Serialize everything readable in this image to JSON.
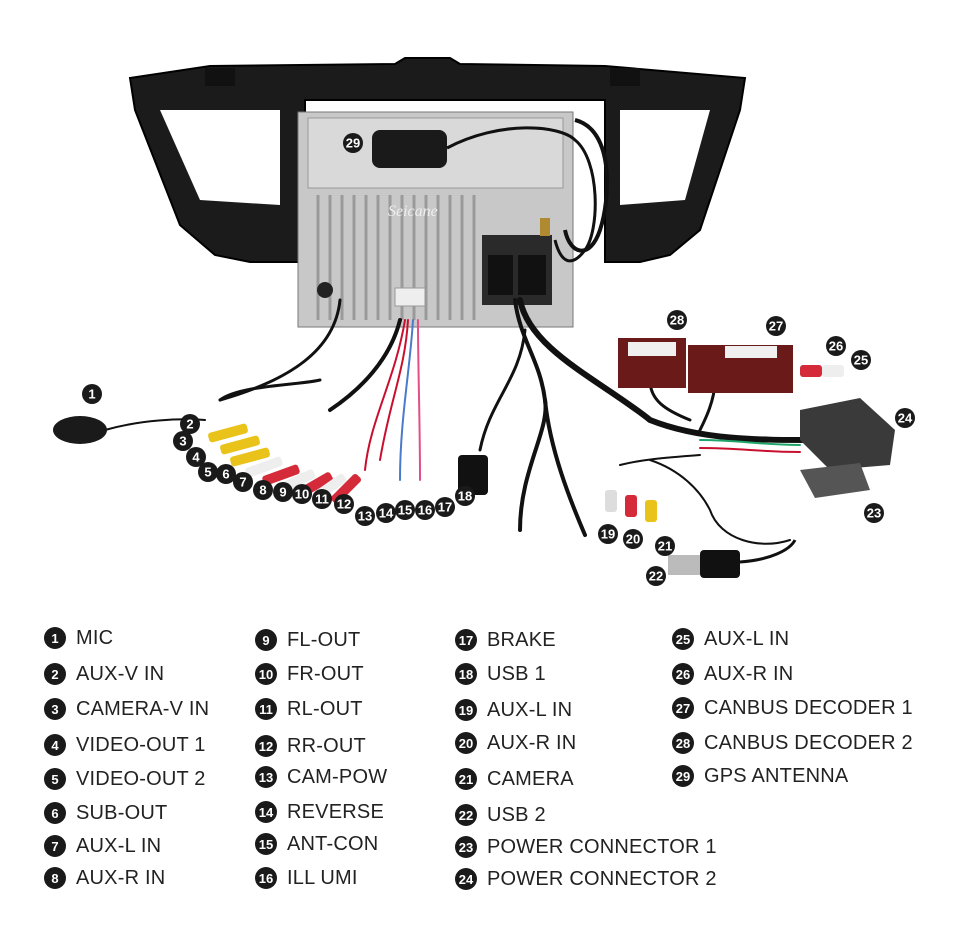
{
  "brand_watermark": "Seicane",
  "callouts": [
    "1",
    "2",
    "3",
    "4",
    "5",
    "6",
    "7",
    "8",
    "9",
    "10",
    "11",
    "12",
    "13",
    "14",
    "15",
    "16",
    "17",
    "18",
    "19",
    "20",
    "21",
    "22",
    "23",
    "24",
    "25",
    "26",
    "27",
    "28",
    "29"
  ],
  "legend": {
    "col1": [
      {
        "num": "1",
        "label": "MIC"
      },
      {
        "num": "2",
        "label": "AUX-V IN"
      },
      {
        "num": "3",
        "label": "CAMERA-V IN"
      },
      {
        "num": "4",
        "label": "VIDEO-OUT 1"
      },
      {
        "num": "5",
        "label": "VIDEO-OUT 2"
      },
      {
        "num": "6",
        "label": "SUB-OUT"
      },
      {
        "num": "7",
        "label": "AUX-L IN"
      },
      {
        "num": "8",
        "label": "AUX-R IN"
      }
    ],
    "col2": [
      {
        "num": "9",
        "label": "FL-OUT"
      },
      {
        "num": "10",
        "label": "FR-OUT"
      },
      {
        "num": "11",
        "label": "RL-OUT"
      },
      {
        "num": "12",
        "label": "RR-OUT"
      },
      {
        "num": "13",
        "label": "CAM-POW"
      },
      {
        "num": "14",
        "label": "REVERSE"
      },
      {
        "num": "15",
        "label": "ANT-CON"
      },
      {
        "num": "16",
        "label": "ILL UMI"
      }
    ],
    "col3": [
      {
        "num": "17",
        "label": "BRAKE"
      },
      {
        "num": "18",
        "label": "USB 1"
      },
      {
        "num": "19",
        "label": "AUX-L IN"
      },
      {
        "num": "20",
        "label": "AUX-R IN"
      },
      {
        "num": "21",
        "label": "CAMERA"
      },
      {
        "num": "22",
        "label": "USB 2"
      },
      {
        "num": "23",
        "label": "POWER CONNECTOR 1"
      },
      {
        "num": "24",
        "label": "POWER CONNECTOR 2"
      }
    ],
    "col4": [
      {
        "num": "25",
        "label": "AUX-L IN"
      },
      {
        "num": "26",
        "label": "AUX-R IN"
      },
      {
        "num": "27",
        "label": "CANBUS DECODER 1"
      },
      {
        "num": "28",
        "label": "CANBUS DECODER 2"
      },
      {
        "num": "29",
        "label": "GPS ANTENNA"
      }
    ]
  }
}
